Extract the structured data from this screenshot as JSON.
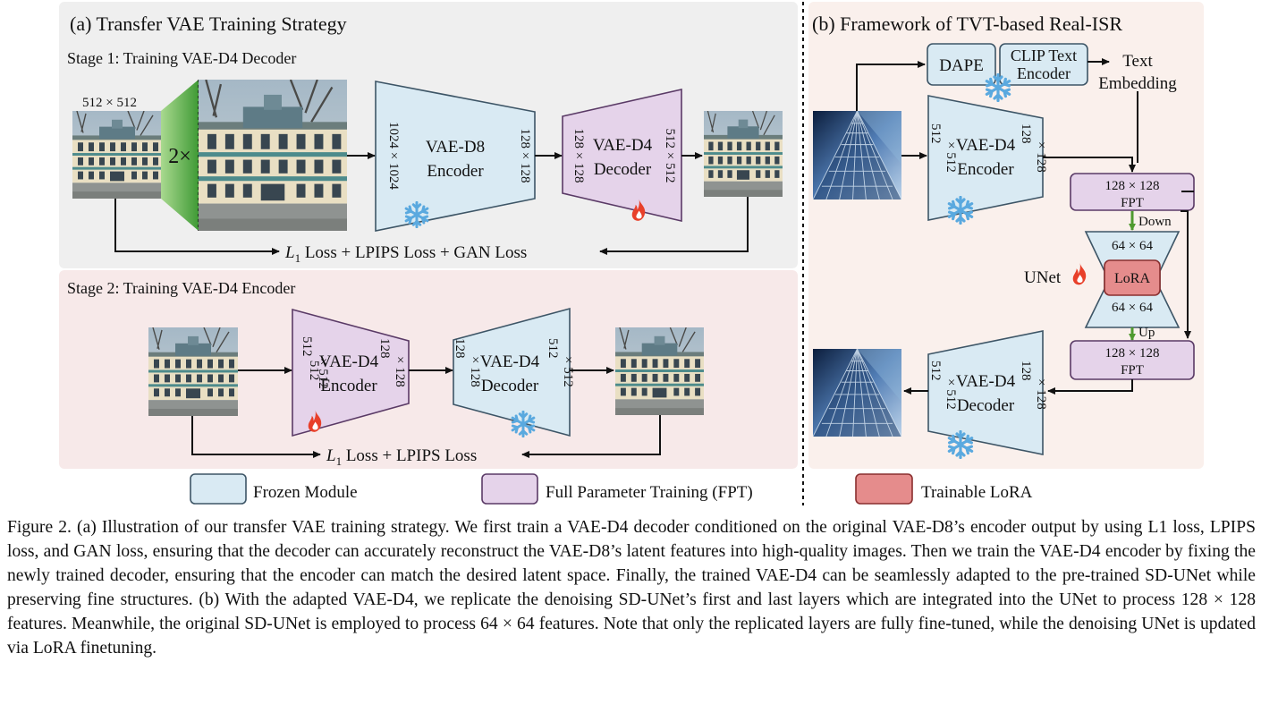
{
  "panel_a": {
    "title": "(a) Transfer VAE Training Strategy",
    "stage1": {
      "title": "Stage 1: Training VAE-D4 Decoder",
      "input_size": "512 × 512",
      "upsample_label": "2×",
      "encoder": {
        "name_line1": "VAE-D8",
        "name_line2": "Encoder",
        "in_size": "1024 × 1024",
        "out_size": "128 × 128"
      },
      "decoder": {
        "name_line1": "VAE-D4",
        "name_line2": "Decoder",
        "in_size": "128 × 128",
        "out_size": "512 × 512"
      },
      "loss": {
        "symbol": "L",
        "subscript": "1",
        "rest": " Loss + LPIPS Loss + GAN Loss"
      }
    },
    "stage2": {
      "title": "Stage 2: Training VAE-D4 Encoder",
      "encoder": {
        "name_line1": "VAE-D4",
        "name_line2": "Encoder",
        "in_size_line1": "512",
        "in_size_line2": "× 512",
        "out_size_line1": "128",
        "out_size_line2": "× 128"
      },
      "decoder": {
        "name_line1": "VAE-D4",
        "name_line2": "Decoder",
        "in_size_line1": "128",
        "in_size_line2": "× 128",
        "out_size_line1": "512",
        "out_size_line2": "× 512"
      },
      "loss": {
        "symbol": "L",
        "subscript": "1",
        "rest": " Loss + LPIPS Loss"
      }
    }
  },
  "panel_b": {
    "title": "(b) Framework of TVT-based Real-ISR",
    "dape": "DAPE",
    "clip_line1": "CLIP Text",
    "clip_line2": "Encoder",
    "text_emb_line1": "Text",
    "text_emb_line2": "Embedding",
    "encoder": {
      "name_line1": "VAE-D4",
      "name_line2": "Encoder",
      "in_size_line1": "512",
      "in_size_line2": "× 512",
      "out_size_line1": "128",
      "out_size_line2": "× 128"
    },
    "fpt_top": {
      "size": "128 × 128",
      "label": "FPT"
    },
    "down_label": "Down",
    "unet_label": "UNet",
    "unet_top_size": "64 × 64",
    "lora_label": "LoRA",
    "unet_bottom_size": "64 × 64",
    "up_label": "Up",
    "fpt_bottom": {
      "size": "128 × 128",
      "label": "FPT"
    },
    "decoder": {
      "name_line1": "VAE-D4",
      "name_line2": "Decoder",
      "in_size_line1": "128",
      "in_size_line2": "× 128",
      "out_size_line1": "512",
      "out_size_line2": "× 512"
    }
  },
  "legend": {
    "frozen": "Frozen Module",
    "fpt": "Full Parameter Training (FPT)",
    "lora": "Trainable LoRA"
  },
  "colors": {
    "frozen_fill": "#d9eaf3",
    "frozen_stroke": "#3d5566",
    "fpt_fill": "#e5d3ea",
    "fpt_stroke": "#5a3a66",
    "lora_fill": "#e58c8c",
    "lora_stroke": "#8a2f2f",
    "panel_a_top_bg": "#efefef",
    "panel_a_bottom_bg": "#f7e9e9",
    "panel_b_bg": "#faf0ec",
    "arrow_green": "#4f9a2f",
    "fire": "#e8402a",
    "snow": "#5aa9df"
  },
  "icons": {
    "frozen": "snowflake-icon",
    "trainable": "fire-icon"
  },
  "caption": {
    "label": "Figure 2.",
    "text": "(a) Illustration of our transfer VAE training strategy. We first train a VAE-D4 decoder conditioned on the original VAE-D8’s encoder output by using L1 loss, LPIPS loss, and GAN loss, ensuring that the decoder can accurately reconstruct the VAE-D8’s latent features into high-quality images. Then we train the VAE-D4 encoder by fixing the newly trained decoder, ensuring that the encoder can match the desired latent space. Finally, the trained VAE-D4 can be seamlessly adapted to the pre-trained SD-UNet while preserving fine structures. (b) With the adapted VAE-D4, we replicate the denoising SD-UNet’s first and last layers which are integrated into the UNet to process 128 × 128 features. Meanwhile, the original SD-UNet is employed to process 64 × 64 features. Note that only the replicated layers are fully fine-tuned, while the denoising UNet is updated via LoRA finetuning."
  }
}
